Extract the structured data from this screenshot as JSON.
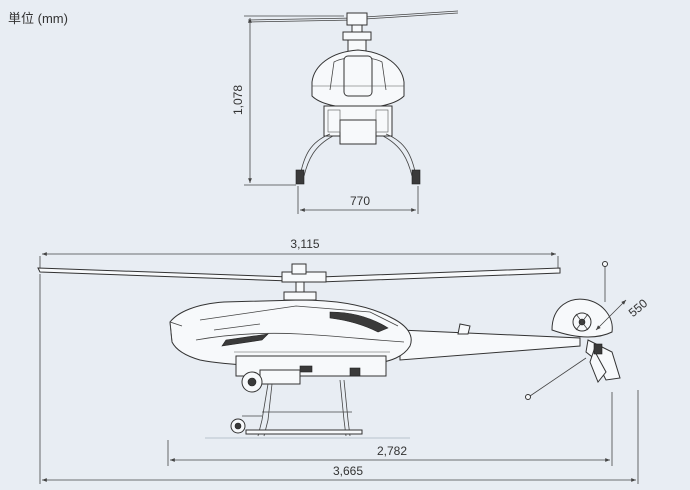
{
  "unit_label": "単位 (mm)",
  "dimensions": {
    "front_height": "1,078",
    "front_width": "770",
    "rotor_diameter": "3,115",
    "tail_rotor": "550",
    "skid_length": "2,782",
    "overall_length": "3,665"
  },
  "colors": {
    "background": "#e8edf3",
    "line": "#333333"
  }
}
